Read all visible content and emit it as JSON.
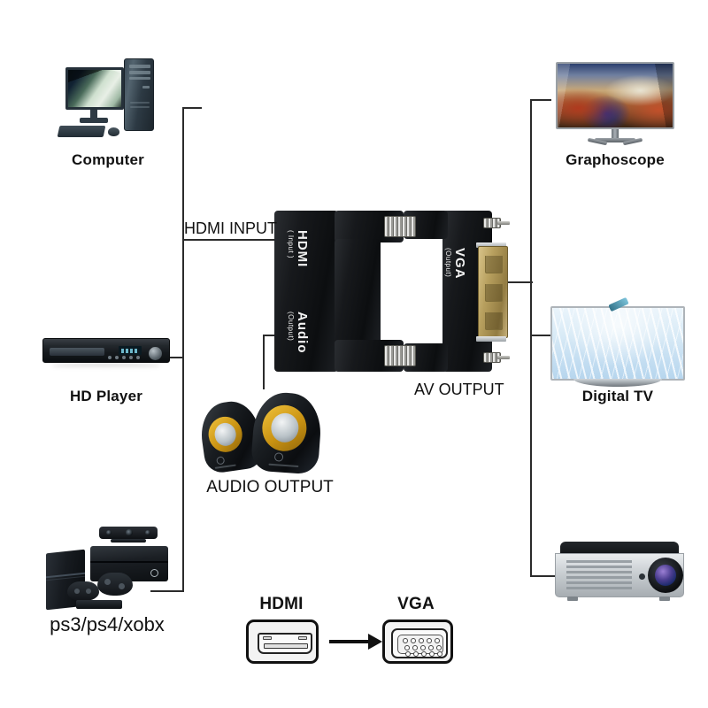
{
  "diagram": {
    "type": "hdmi-to-vga-adapter-connection-diagram",
    "background_color": "#ffffff"
  },
  "sources": [
    {
      "id": "computer",
      "label": "Computer",
      "icon": "desktop-computer-icon"
    },
    {
      "id": "hd-player",
      "label": "HD Player",
      "icon": "dvd-player-icon"
    },
    {
      "id": "consoles",
      "label": "ps3/ps4/xobx",
      "icon": "game-console-icon"
    }
  ],
  "outputs": [
    {
      "id": "graphoscope",
      "label": "Graphoscope",
      "icon": "monitor-icon"
    },
    {
      "id": "digital-tv",
      "label": "Digital TV",
      "icon": "television-icon"
    },
    {
      "id": "projector",
      "label": "",
      "icon": "projector-icon"
    }
  ],
  "audio": {
    "label": "AUDIO OUTPUT",
    "icon": "speakers-icon"
  },
  "connections": {
    "input_label": "HDMI INPUT",
    "output_label": "AV OUTPUT",
    "line_color": "#2b2b2b"
  },
  "adapter": {
    "name": "hdmi-to-vga-adapter",
    "ports": [
      {
        "id": "hdmi-in",
        "title": "HDMI",
        "subtitle": "( Input )"
      },
      {
        "id": "audio-out",
        "title": "Audio",
        "subtitle": "(Output)"
      },
      {
        "id": "vga-out",
        "title": "VGA",
        "subtitle": "(Output)"
      }
    ],
    "body_color": "#14171a",
    "connector_color": "#b79f5e"
  },
  "legend": {
    "from_label": "HDMI",
    "to_label": "VGA",
    "arrow": "right-arrow-icon",
    "vga_pin_rows": [
      5,
      5,
      5
    ]
  }
}
